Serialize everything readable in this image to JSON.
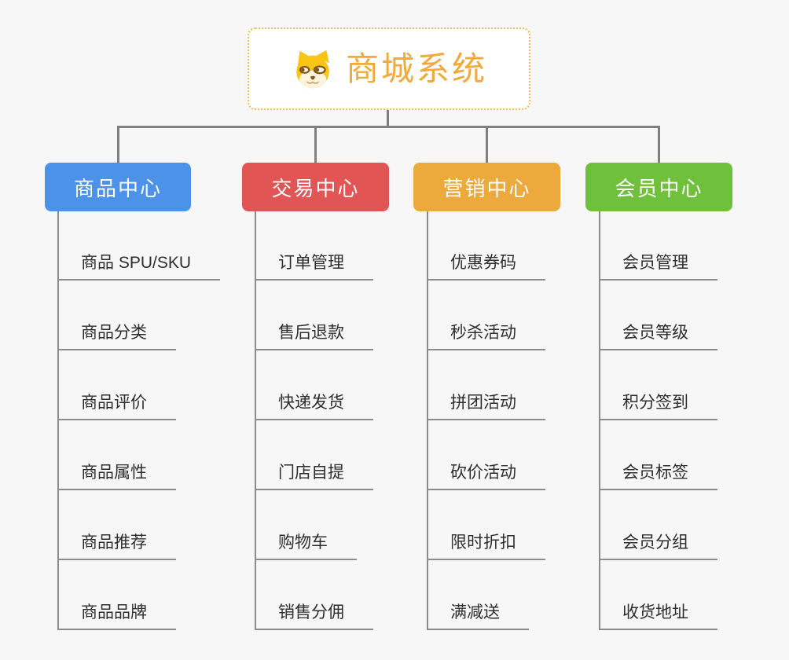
{
  "root": {
    "title": "商城系统",
    "icon": "shiba-dog-icon",
    "title_color": "#F2A93B",
    "border_color": "#F3B95F"
  },
  "connectors": {
    "color": "#7F7F7F",
    "leaf_line_color": "#8C8C8C"
  },
  "branches": [
    {
      "label": "商品中心",
      "color": "#4B92E8",
      "children": [
        "商品 SPU/SKU",
        "商品分类",
        "商品评价",
        "商品属性",
        "商品推荐",
        "商品品牌"
      ]
    },
    {
      "label": "交易中心",
      "color": "#E15654",
      "children": [
        "订单管理",
        "售后退款",
        "快递发货",
        "门店自提",
        "购物车",
        "销售分佣"
      ]
    },
    {
      "label": "营销中心",
      "color": "#ECA93C",
      "children": [
        "优惠券码",
        "秒杀活动",
        "拼团活动",
        "砍价活动",
        "限时折扣",
        "满减送"
      ]
    },
    {
      "label": "会员中心",
      "color": "#6FC13C",
      "children": [
        "会员管理",
        "会员等级",
        "积分签到",
        "会员标签",
        "会员分组",
        "收货地址"
      ]
    }
  ]
}
